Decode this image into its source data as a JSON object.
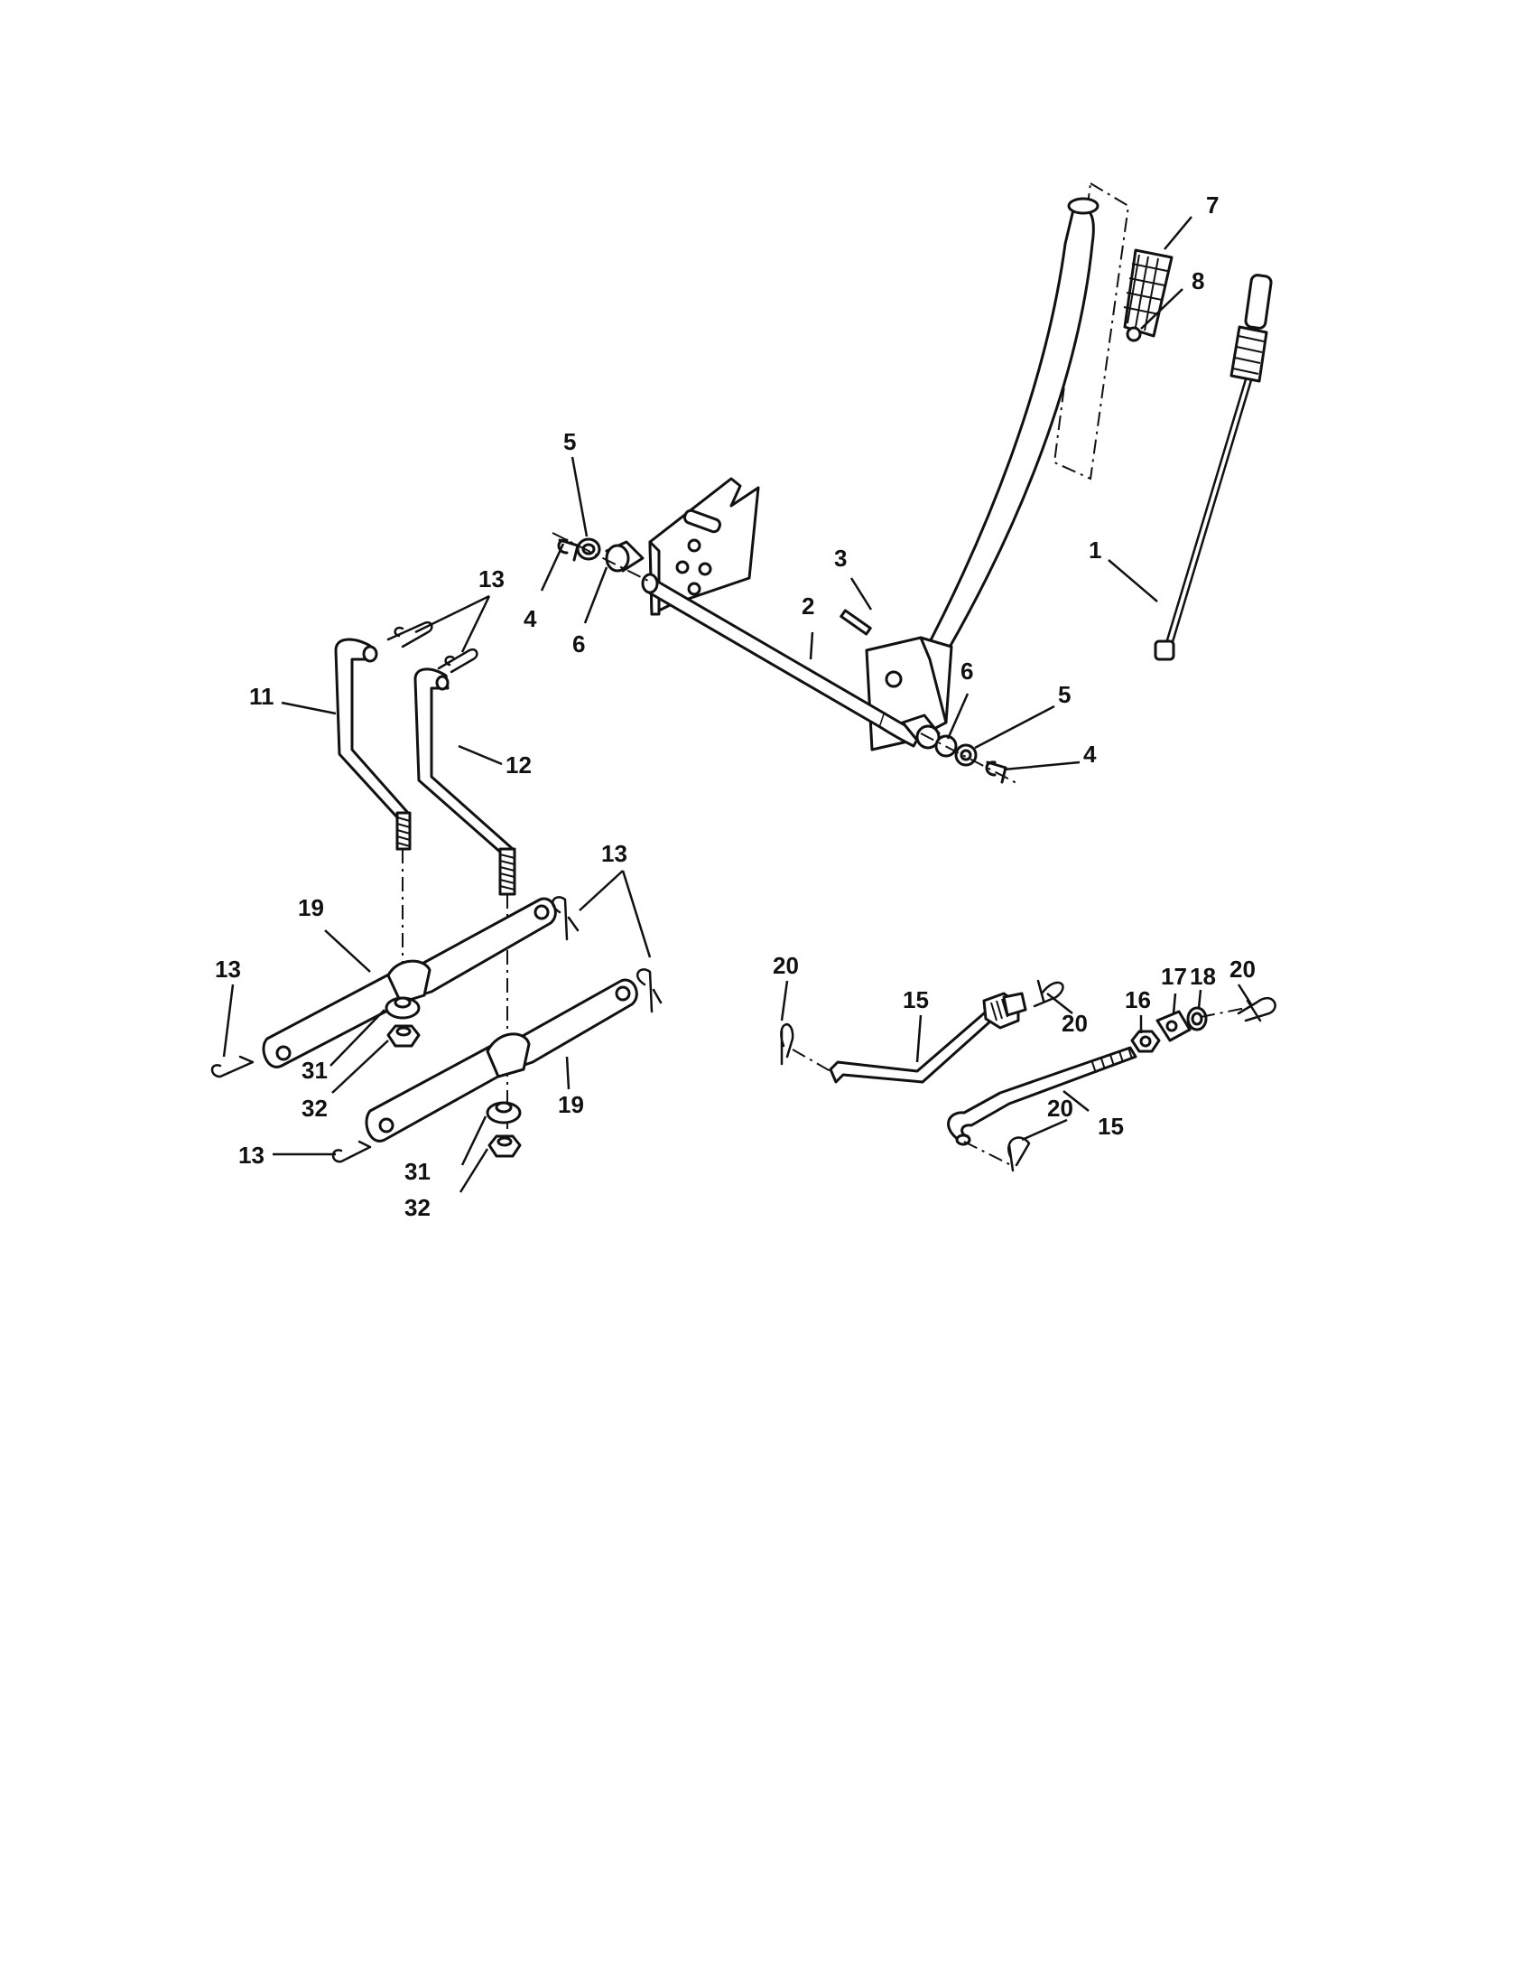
{
  "diagram": {
    "callouts": {
      "c1": "1",
      "c2": "2",
      "c3": "3",
      "c4a": "4",
      "c4b": "4",
      "c5a": "5",
      "c5b": "5",
      "c6a": "6",
      "c6b": "6",
      "c7": "7",
      "c8": "8",
      "c11": "11",
      "c12": "12",
      "c13a": "13",
      "c13b": "13",
      "c13c": "13",
      "c13d": "13",
      "c15a": "15",
      "c15b": "15",
      "c16": "16",
      "c17": "17",
      "c18": "18",
      "c19a": "19",
      "c19b": "19",
      "c20a": "20",
      "c20b": "20",
      "c20c": "20",
      "c20d": "20",
      "c31a": "31",
      "c31b": "31",
      "c32a": "32",
      "c32b": "32"
    }
  }
}
